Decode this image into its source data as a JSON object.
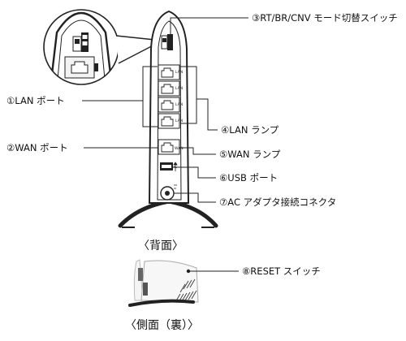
{
  "labels": {
    "mode_switch": "③RT/BR/CNV モード切替スイッチ",
    "lan_port": "①LAN ポート",
    "lan_lamp": "④LAN ランプ",
    "wan_port": "②WAN ポート",
    "wan_lamp": "⑤WAN ランプ",
    "usb_port": "⑥USB ポート",
    "ac_adapter": "⑦AC アダプタ接続コネクタ",
    "reset_switch": "⑧RESET スイッチ"
  },
  "captions": {
    "back": "〈背面〉",
    "side": "〈側面（裏）〉"
  },
  "device_marks": {
    "lan_lamp_text": "LAN",
    "wan_lamp_text": "WAN"
  }
}
